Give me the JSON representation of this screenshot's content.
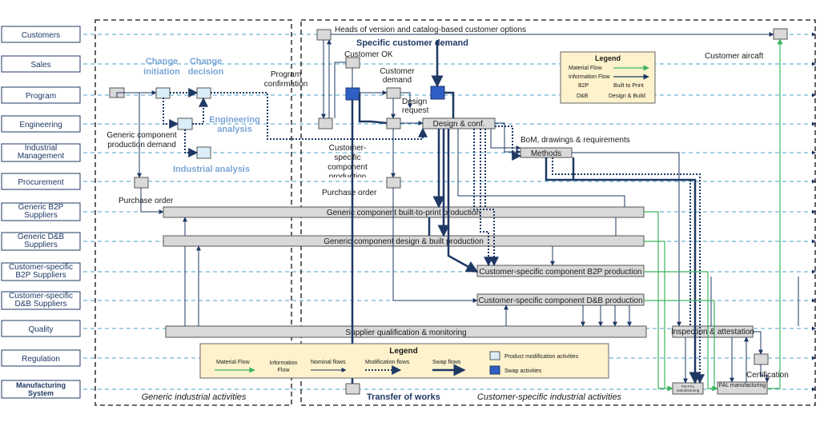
{
  "lanes": [
    "Customers",
    "Sales",
    "Program",
    "Engineering",
    "Industrial Management",
    "Procurement",
    "Generic B2P Suppliers",
    "Generic D&B Suppliers",
    "Customer-specific B2P Suppliers",
    "Customer-specific D&B Suppliers",
    "Quality",
    "Regulation",
    "Manufacturing System"
  ],
  "bars": {
    "generic_b2p": "Generic component built-to-print production",
    "generic_db": "Generic component design & built production",
    "cs_b2p": "Customer-specific component B2P production",
    "cs_db": "Customer-specific component D&B production",
    "qualification": "Supplier qualification & monitoring",
    "design_conf": "Design & conf.",
    "methods": "Methods",
    "inspection": "Inspection & attestation",
    "pre_fal": "Pre-FAL manufacturing",
    "fal": "FAL manufacturing"
  },
  "labels": {
    "heads_of_version": "Heads of version and catalog-based customer options",
    "specific_demand": "Specific customer demand",
    "customer_ok": "Customer OK",
    "customer_demand": "Customer demand",
    "design_request": "Design request",
    "change_initiation": "Change initiation",
    "change_decision": "Change decision",
    "program_confirmation": "Program confirmation",
    "engineering_analysis": "Engineering analysis",
    "generic_component_demand": "Generic component production demand",
    "industrial_analysis": "Industrial analysis",
    "cs_component_demand": "Customer-specific component production demand",
    "purchase_order_left": "Purchase order",
    "purchase_order_mid": "Purchase order",
    "bom": "BoM, drawings & requirements",
    "customer_aircraft": "Customer aircaft",
    "certification": "Certification",
    "transfer_of_works": "Transfer of works",
    "generic_activities": "Generic industrial activities",
    "cs_activities": "Customer-specific industrial activities"
  },
  "legend_top": {
    "title": "Legend",
    "material_flow": "Material Flow",
    "information_flow": "Information Flow",
    "b2p": "B2P",
    "b2p_desc": "Built to Print",
    "db": "D&B",
    "db_desc": "Design & Build"
  },
  "legend_bottom": {
    "title": "Legend",
    "material_flow": "Material Flow",
    "information_flow": "Information Flow",
    "nominal_flows": "Nominal flows",
    "modification_flows": "Modification flows",
    "swap_flows": "Swap flows",
    "product_modification": "Product modification activities",
    "swap_activities": "Swap activities"
  },
  "colors": {
    "navy": "#1f3864",
    "material_green": "#3cb35c",
    "light_blue_label": "#7aa6d6",
    "grey_box": "#d9d9d9",
    "light_box": "#dbeef8",
    "swap_box": "#2f5fc4",
    "legend_bg": "#fdf2cc"
  }
}
